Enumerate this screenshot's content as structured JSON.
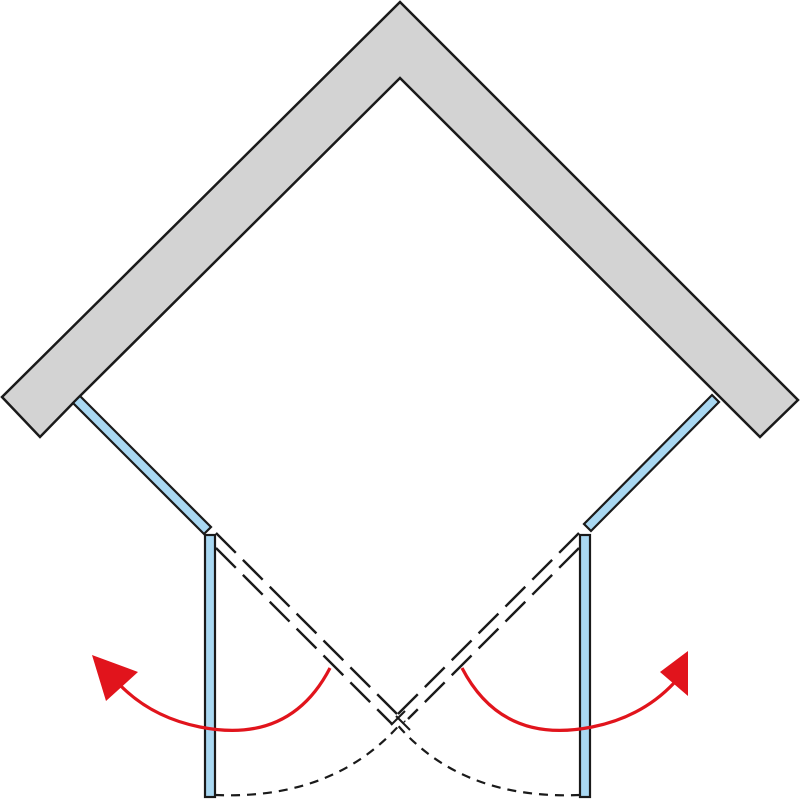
{
  "diagram": {
    "kind": "shower-enclosure-plan",
    "wall": {
      "shape": "corner",
      "color": "#d3d3d3"
    },
    "panels": [
      {
        "id": "left-fixed",
        "type": "fixed",
        "color": "#a9d8f2"
      },
      {
        "id": "left-door",
        "type": "hinged-door",
        "color": "#a9d8f2"
      },
      {
        "id": "right-fixed",
        "type": "fixed",
        "color": "#a9d8f2"
      },
      {
        "id": "right-door",
        "type": "hinged-door",
        "color": "#a9d8f2"
      }
    ],
    "swing_arrows": [
      {
        "id": "left",
        "direction": "outward",
        "color": "#e1141c"
      },
      {
        "id": "right",
        "direction": "outward",
        "color": "#e1141c"
      }
    ],
    "outline_color": "#1a1a1a"
  }
}
